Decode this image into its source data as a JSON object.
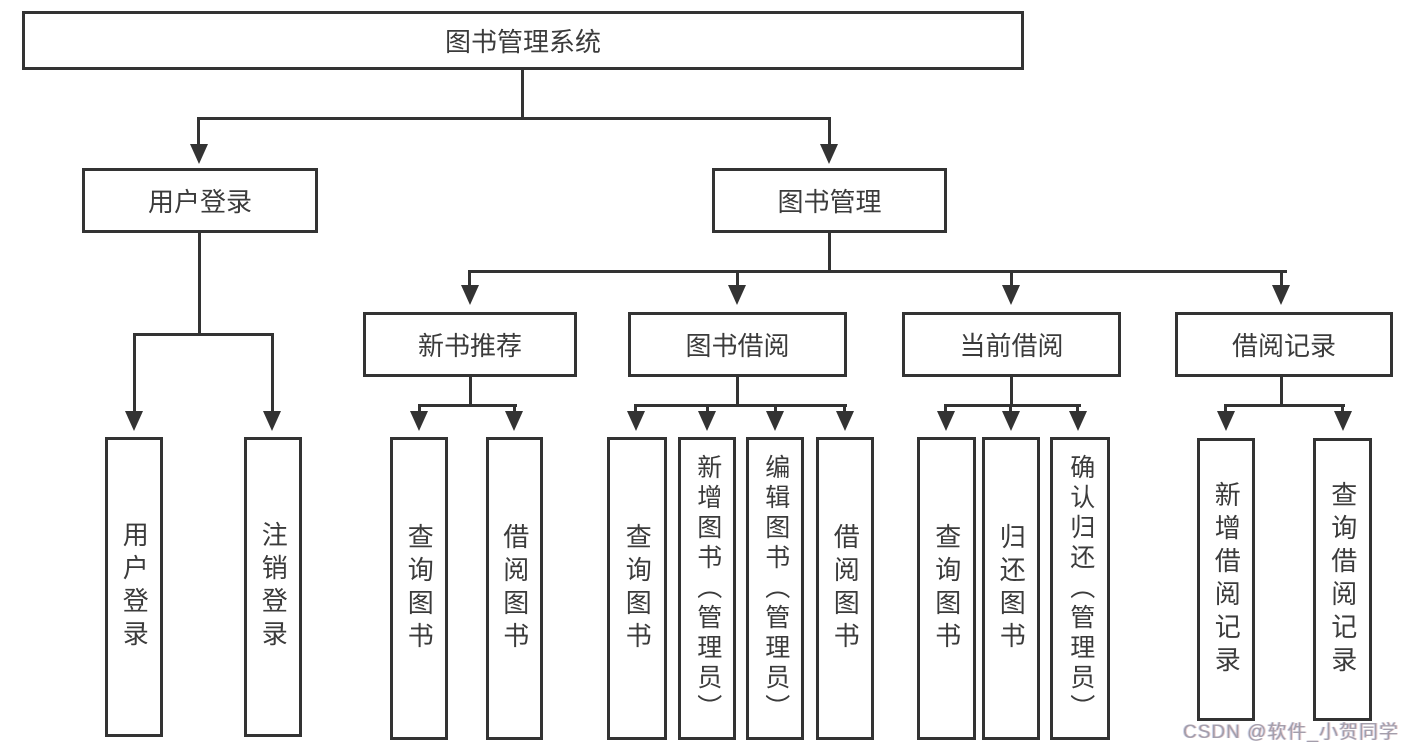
{
  "tree": {
    "label": "图书管理系统",
    "children": [
      {
        "label": "用户登录",
        "children": [
          {
            "label": "用户登录"
          },
          {
            "label": "注销登录"
          }
        ]
      },
      {
        "label": "图书管理",
        "children": [
          {
            "label": "新书推荐",
            "children": [
              {
                "label": "查询图书"
              },
              {
                "label": "借阅图书"
              }
            ]
          },
          {
            "label": "图书借阅",
            "children": [
              {
                "label": "查询图书"
              },
              {
                "label": "新增图书（管理员）"
              },
              {
                "label": "编辑图书（管理员）"
              },
              {
                "label": "借阅图书"
              }
            ]
          },
          {
            "label": "当前借阅",
            "children": [
              {
                "label": "查询图书"
              },
              {
                "label": "归还图书"
              },
              {
                "label": "确认归还（管理员）"
              }
            ]
          },
          {
            "label": "借阅记录",
            "children": [
              {
                "label": "新增借阅记录"
              },
              {
                "label": "查询借阅记录"
              }
            ]
          }
        ]
      }
    ]
  },
  "watermark": {
    "text": "CSDN @软件_小贺同学"
  },
  "colors": {
    "line": "#333333",
    "box_border": "#333333",
    "text": "#3b3b3b",
    "background": "#ffffff",
    "watermark": "#a39eab"
  }
}
